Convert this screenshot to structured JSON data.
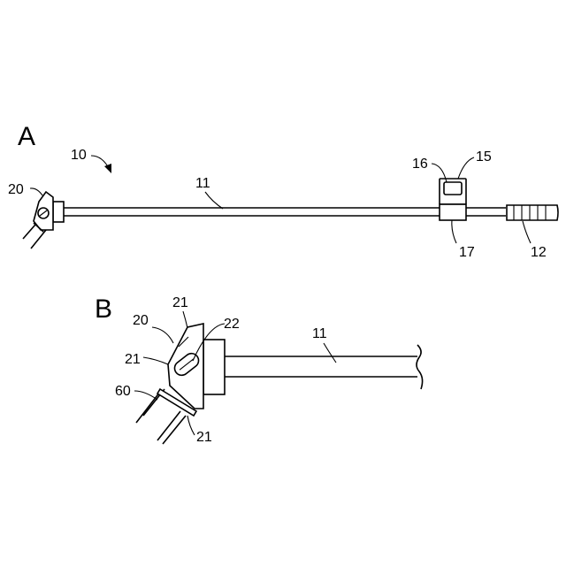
{
  "panels": [
    {
      "id": "A",
      "label": "A"
    },
    {
      "id": "B",
      "label": "B"
    }
  ],
  "refs": {
    "a_10": "10",
    "a_11": "11",
    "a_12": "12",
    "a_15": "15",
    "a_16": "16",
    "a_17": "17",
    "a_20": "20",
    "b_11": "11",
    "b_20": "20",
    "b_21_top": "21",
    "b_21_left": "21",
    "b_21_bottom": "21",
    "b_22": "22",
    "b_60": "60"
  }
}
